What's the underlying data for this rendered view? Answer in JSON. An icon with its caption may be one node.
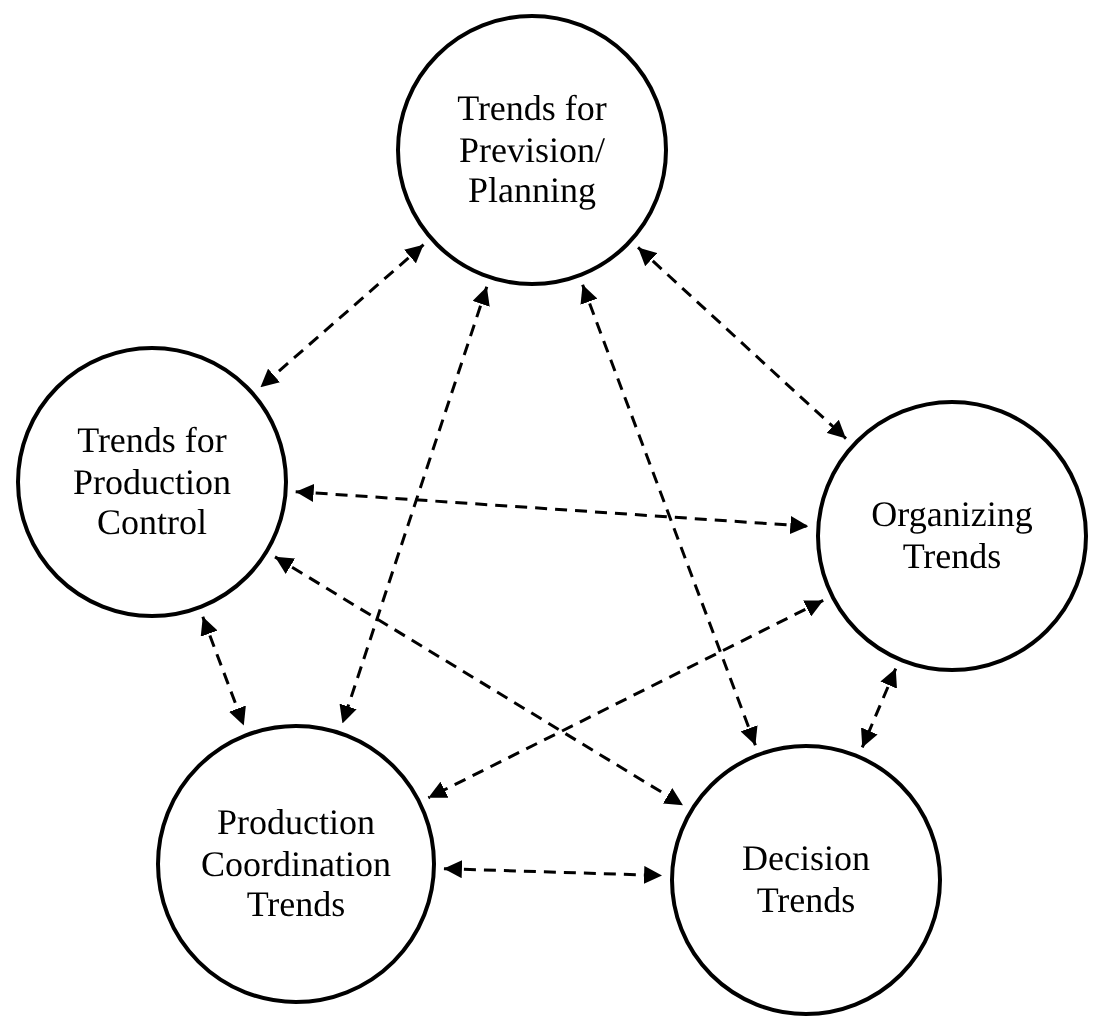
{
  "diagram": {
    "nodes": [
      {
        "text": [
          "Trends for Prevision/ Planning"
        ]
      },
      {
        "text": [
          "Trends for Production Control"
        ]
      },
      {
        "text": [
          "Organizing Trends"
        ]
      },
      {
        "text": [
          "Production Coordination Trends"
        ]
      },
      {
        "text": [
          "Decision Trends"
        ]
      }
    ],
    "edges": [
      {
        "from": 0,
        "to": 1,
        "arrow": "both",
        "style": "dashed"
      },
      {
        "from": 0,
        "to": 2,
        "arrow": "both",
        "style": "dashed"
      },
      {
        "from": 1,
        "to": 2,
        "arrow": "both",
        "style": "dashed"
      },
      {
        "from": 0,
        "to": 3,
        "arrow": "both",
        "style": "dashed"
      },
      {
        "from": 0,
        "to": 4,
        "arrow": "both",
        "style": "dashed"
      },
      {
        "from": 1,
        "to": 3,
        "arrow": "both",
        "style": "dashed"
      },
      {
        "from": 1,
        "to": 4,
        "arrow": "both",
        "style": "dashed"
      },
      {
        "from": 2,
        "to": 3,
        "arrow": "both",
        "style": "dashed"
      },
      {
        "from": 2,
        "to": 4,
        "arrow": "both",
        "style": "dashed"
      },
      {
        "from": 3,
        "to": 4,
        "arrow": "both",
        "style": "dashed"
      }
    ]
  }
}
